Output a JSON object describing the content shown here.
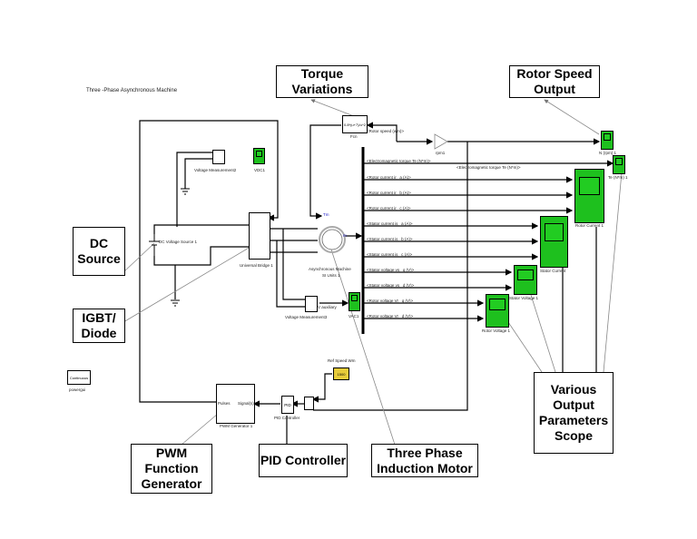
{
  "title": "Three -Phase Asynchronous Machine",
  "callouts": {
    "torque": "Torque Variations",
    "rotor_speed": "Rotor Speed Output",
    "dc_source": "DC Source",
    "igbt": "IGBT/ Diode",
    "pwm": "PWM Function Generator",
    "pid": "PID Controller",
    "motor": "Three Phase Induction Motor",
    "scopes": "Various Output Parameters Scope"
  },
  "blocks": {
    "voltage_measurement2": "Voltage Measurement2",
    "vdc1": "VDC1",
    "dc_voltage_source": "DC Voltage Source 1",
    "universal_bridge": "Universal Bridge 1",
    "machine_line1": "Asynchronous Machine",
    "machine_line2": "SI Units 1",
    "voltage_measurement3": "Voltage Measurement3",
    "vac1": "VAC1",
    "fcn": "Fcn",
    "fcn_expr": "0.8*(u+7)/u^2",
    "rpm1": "rpm1",
    "powergui_box": "Continuous",
    "powergui": "powergui",
    "pwm_generator": "PWM Generator 1",
    "pwm_in": "Pulses",
    "pwm_out": "Signal(s)",
    "pid": "PID",
    "pid_label": "PID Controller",
    "ref_speed_label": "Ref Speed Wm",
    "ref_speed_value": "1500",
    "v_auxiliary": "V auxiliary",
    "vm_out": "(V)",
    "tm": "Tm",
    "m": "m"
  },
  "signals": [
    "<Rotor speed (wm)>",
    "<Electromagnetic torque Te (N*m)>",
    "<Rotor current ir _a (A)>",
    "<Rotor current ir _b (A)>",
    "<Rotor current ir _c (A)>",
    "<Stator current is _a (A)>",
    "<Stator current is _b (A)>",
    "<Stator current is _c (A)>",
    "<Stator voltage vs _q (V)>",
    "<Stator voltage vs _d (V)>",
    "<Rotor voltage Vr _q (V)>",
    "<Rotor voltage Vr _d (V)>"
  ],
  "te_label_right": "<Electromagnetic torque Te (N*m)>",
  "scopes": {
    "n_rpm": "N (rpm) 1",
    "te": "Te (N*m) 1",
    "rotor_current": "Rotor Current 1",
    "stator_current": "Stator Current",
    "stator_voltage": "Stator Voltage 1",
    "rotor_voltage": "Rotor Voltage 1"
  },
  "colors": {
    "scope_green": "#1ec01e",
    "constant_yellow": "#e8cc3a",
    "port_blue": "#2222cc"
  }
}
